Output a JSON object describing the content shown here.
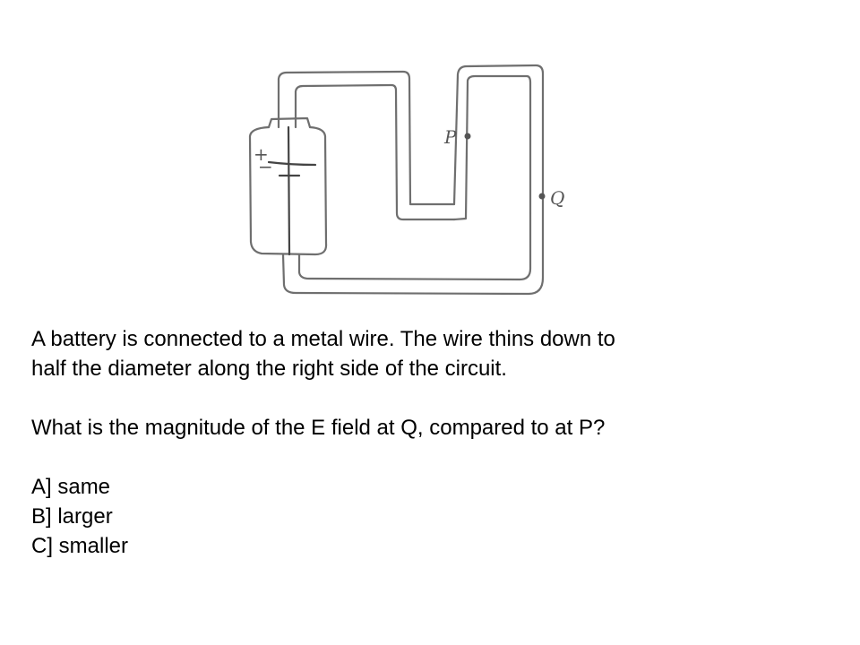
{
  "diagram": {
    "battery_plus": "+",
    "battery_minus": "−",
    "point_p_label": "P",
    "point_q_label": "Q"
  },
  "question": {
    "intro_line1": "A battery is connected to a metal wire. The wire thins down to",
    "intro_line2": "half the diameter along the right side of the circuit.",
    "prompt": "What is the magnitude of the E field at Q, compared to at P?",
    "options": [
      {
        "label": "A] same"
      },
      {
        "label": "B] larger"
      },
      {
        "label": "C] smaller"
      }
    ]
  }
}
